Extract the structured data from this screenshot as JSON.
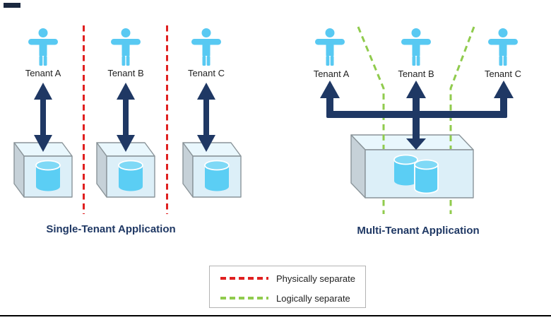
{
  "diagrams": {
    "single_tenant": {
      "title": "Single-Tenant Application",
      "tenants": [
        {
          "label": "Tenant A"
        },
        {
          "label": "Tenant B"
        },
        {
          "label": "Tenant C"
        }
      ]
    },
    "multi_tenant": {
      "title": "Multi-Tenant Application",
      "tenants": [
        {
          "label": "Tenant A"
        },
        {
          "label": "Tenant B"
        },
        {
          "label": "Tenant C"
        }
      ]
    }
  },
  "legend": {
    "items": [
      {
        "label": "Physically separate",
        "color": "#E02020"
      },
      {
        "label": "Logically separate",
        "color": "#90CB4D"
      }
    ]
  },
  "colors": {
    "accent_navy": "#1F3864",
    "person_blue": "#58C9F2",
    "cylinder_blue": "#5BCEF4",
    "cylinder_top_blue": "#7FD9F6",
    "box_front": "#DCEFF8",
    "box_top": "#E9F7FD",
    "box_side": "#C6D1D8",
    "box_border": "#8A9499",
    "physical_red": "#E02020",
    "logical_green": "#90CB4D",
    "background": "#FFFFFF"
  }
}
